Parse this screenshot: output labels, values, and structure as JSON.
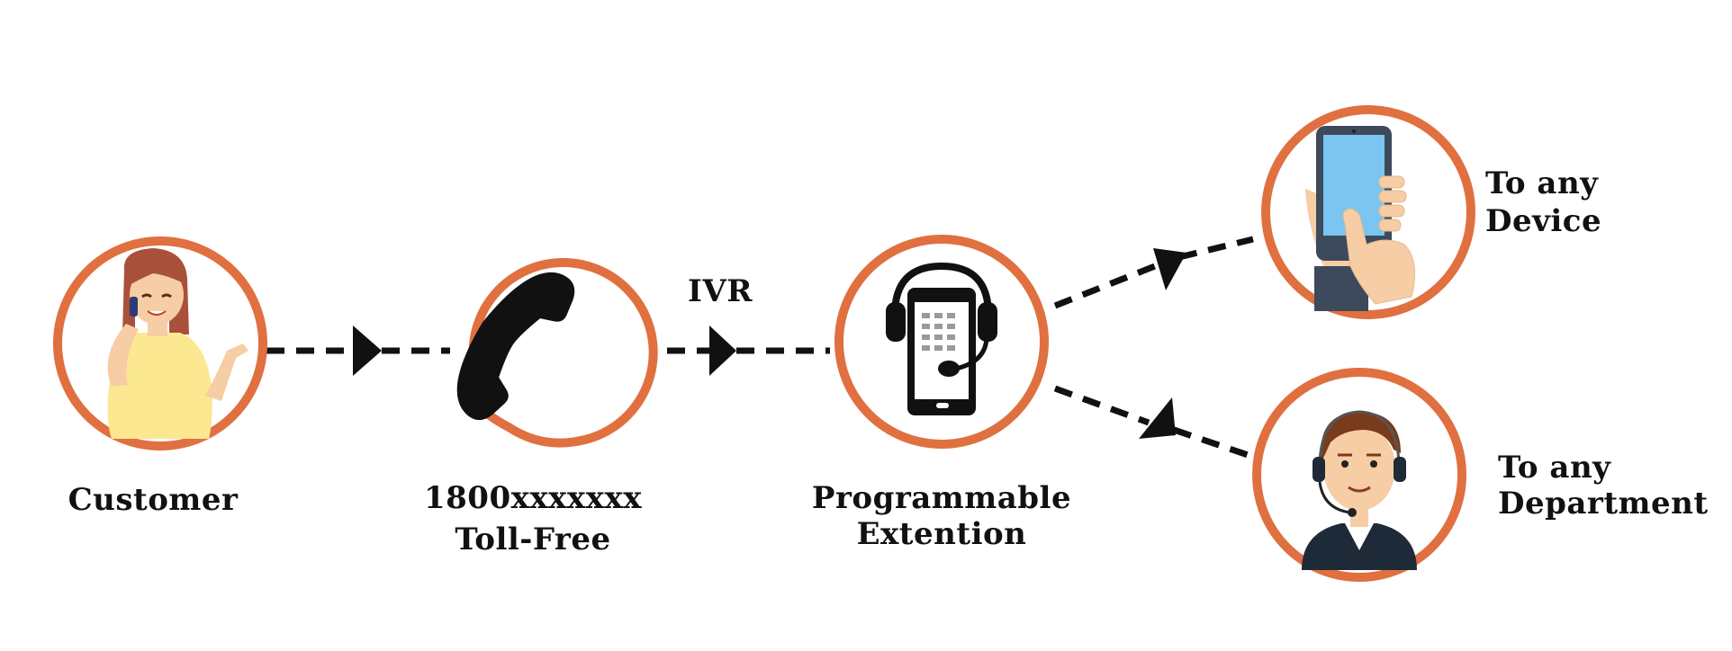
{
  "colors": {
    "ring": "#e07040",
    "line": "#111111",
    "skin": "#f6cda4",
    "hair_woman": "#a9503a",
    "shirt_woman": "#fbe891",
    "screen": "#7cc5f0",
    "suit": "#1f2a38",
    "hair_man": "#7a3a1c"
  },
  "nodes": {
    "customer": {
      "label": "Customer",
      "icon": "woman-on-phone-icon"
    },
    "tollfree": {
      "line1": "1800xxxxxxx",
      "line2": "Toll-Free",
      "icon": "telephone-handset-icon"
    },
    "extension": {
      "line1": "Programmable",
      "line2": "Extention",
      "icon": "headset-phone-icon"
    },
    "device": {
      "line1": "To any",
      "line2": "Device",
      "icon": "hand-smartphone-icon"
    },
    "department": {
      "line1": "To any",
      "line2": "Department",
      "icon": "agent-headset-icon"
    }
  },
  "edges": {
    "ivr_label": "IVR"
  }
}
